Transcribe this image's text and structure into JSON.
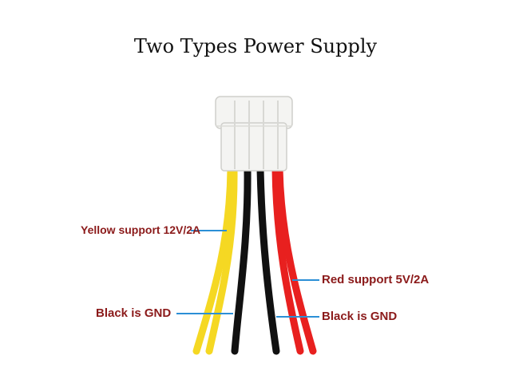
{
  "title": "Two Types Power Supply",
  "colors": {
    "label_text": "#8b1a1a",
    "leader_line": "#2b8fd6",
    "wire_yellow": "#f5d823",
    "wire_black": "#111111",
    "wire_red": "#e8201f",
    "connector_body": "#f4f4f2"
  },
  "labels": {
    "yellow": "Yellow support 12V/2A",
    "red": "Red support 5V/2A",
    "black_left": "Black is GND",
    "black_right": "Black is GND"
  }
}
